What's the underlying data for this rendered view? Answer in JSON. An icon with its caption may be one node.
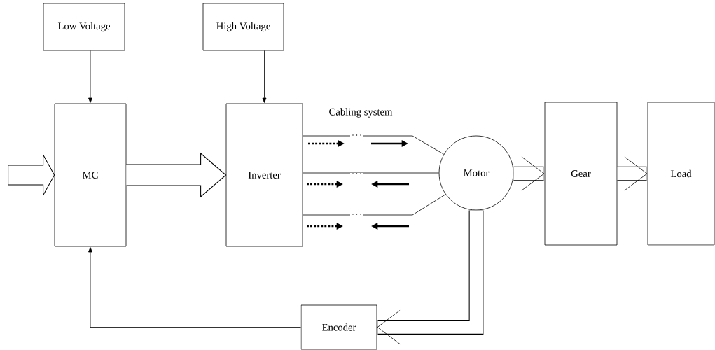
{
  "diagram": {
    "nodes": [
      {
        "text": [
          "Low Voltage"
        ]
      },
      {
        "text": [
          "High Voltage"
        ]
      },
      {
        "text": [
          "MC"
        ]
      },
      {
        "text": [
          "Inverter"
        ]
      },
      {
        "text": [
          "Motor"
        ]
      },
      {
        "text": [
          "Gear"
        ]
      },
      {
        "text": [
          "Load"
        ]
      },
      {
        "text": [
          "Encoder"
        ]
      }
    ],
    "edges": [
      {
        "from": 0,
        "to": 2,
        "arrow": "to"
      },
      {
        "from": 1,
        "to": 3,
        "arrow": "to"
      },
      {
        "from": null,
        "to": 2,
        "arrow": "to",
        "style": "thick"
      },
      {
        "from": 2,
        "to": 3,
        "arrow": "to",
        "style": "thick"
      },
      {
        "from": 3,
        "to": 4,
        "arrow": "none"
      },
      {
        "from": 3,
        "to": 4,
        "arrow": "none"
      },
      {
        "from": 3,
        "to": 4,
        "arrow": "none"
      },
      {
        "from": 4,
        "to": 5,
        "arrow": "to"
      },
      {
        "from": 5,
        "to": 6,
        "arrow": "to"
      },
      {
        "from": 4,
        "to": 7,
        "arrow": "to",
        "style": "thick"
      },
      {
        "from": 7,
        "to": 2,
        "arrow": "to"
      }
    ],
    "labels": [
      "Cabling system"
    ]
  }
}
